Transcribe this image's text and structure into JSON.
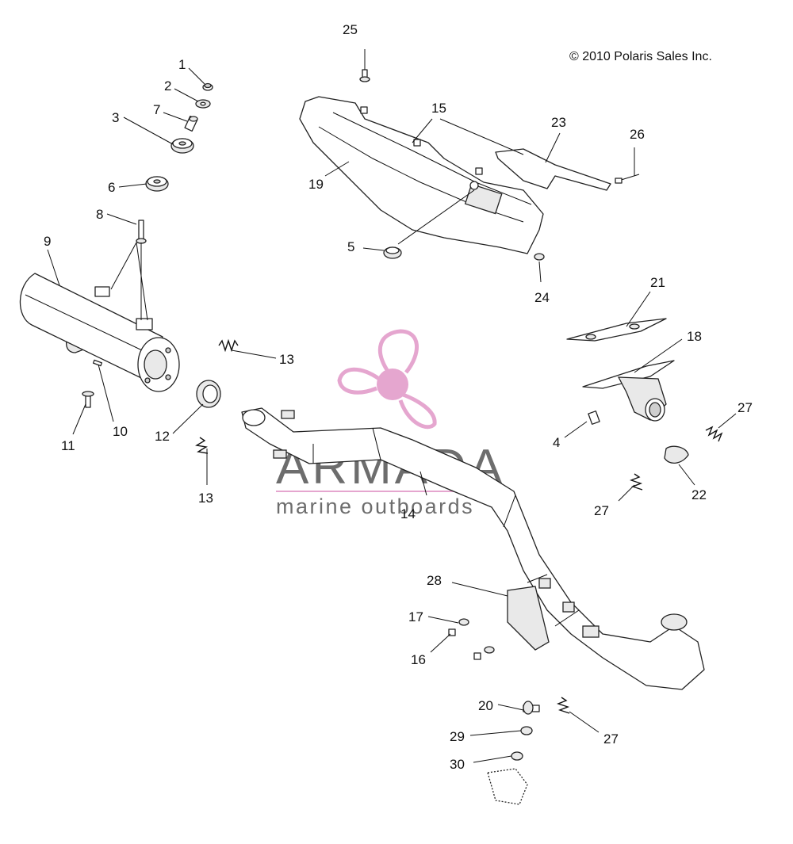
{
  "copyright": "© 2010 Polaris Sales Inc.",
  "watermark": {
    "title": "ARMADA",
    "subtitle": "marine outboards",
    "logo_color": "#e5a6cf",
    "text_color": "#6d6d6d"
  },
  "callouts": {
    "c1": "1",
    "c2": "2",
    "c3": "3",
    "c4": "4",
    "c5": "5",
    "c6": "6",
    "c7": "7",
    "c8": "8",
    "c9": "9",
    "c10": "10",
    "c11": "11",
    "c12": "12",
    "c13a": "13",
    "c13b": "13",
    "c14": "14",
    "c15": "15",
    "c16": "16",
    "c17": "17",
    "c18": "18",
    "c19": "19",
    "c20": "20",
    "c21": "21",
    "c22": "22",
    "c23": "23",
    "c24": "24",
    "c25": "25",
    "c26": "26",
    "c27a": "27",
    "c27b": "27",
    "c27c": "27",
    "c28": "28",
    "c29": "29",
    "c30": "30"
  }
}
